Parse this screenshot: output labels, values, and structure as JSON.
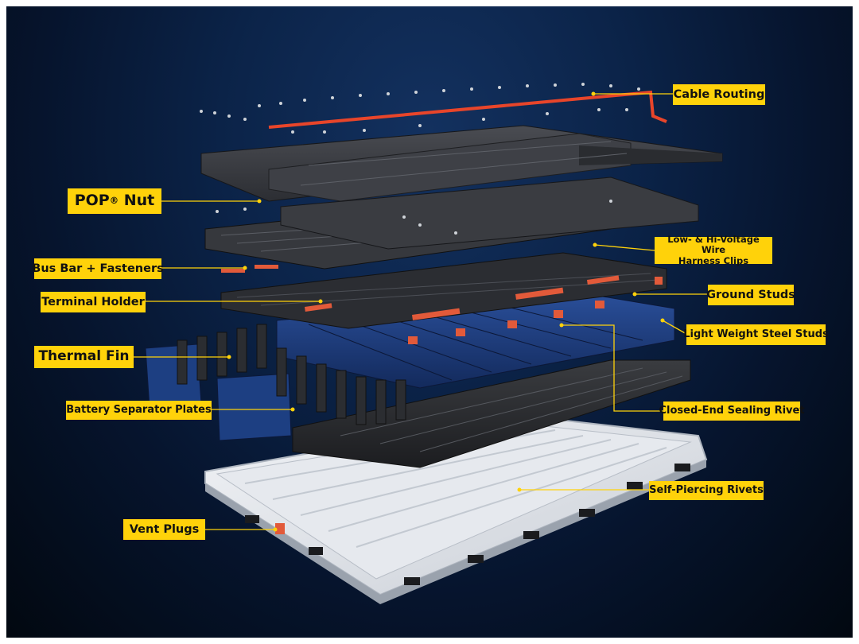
{
  "labels": {
    "cable_routing": "Cable Routing",
    "pop_nut_main": "POP",
    "pop_nut_reg": "®",
    "pop_nut_tail": " Nut",
    "bus_bar": "Bus Bar + Fasteners",
    "terminal_holder": "Terminal Holder",
    "thermal_fin": "Thermal Fin",
    "battery_separator": "Battery Separator Plates",
    "vent_plugs": "Vent Plugs",
    "wire_clips_line1": "Low- & Hi-Voltage Wire",
    "wire_clips_line2": "Harness Clips",
    "ground_studs": "Ground Studs",
    "steel_studs": "Light Weight Steel Studs",
    "sealing_rivet": "Closed-End Sealing Rivet",
    "self_piercing": "Self-Piercing Rivets"
  },
  "colors": {
    "label_bg": "#ffd20a",
    "leader": "#ffd20a",
    "cable": "#e8452a",
    "terminal": "#e25a3a",
    "cover": "#3b3d42",
    "cell_blue": "#1d3f82",
    "tray": "#dfe3e8"
  }
}
